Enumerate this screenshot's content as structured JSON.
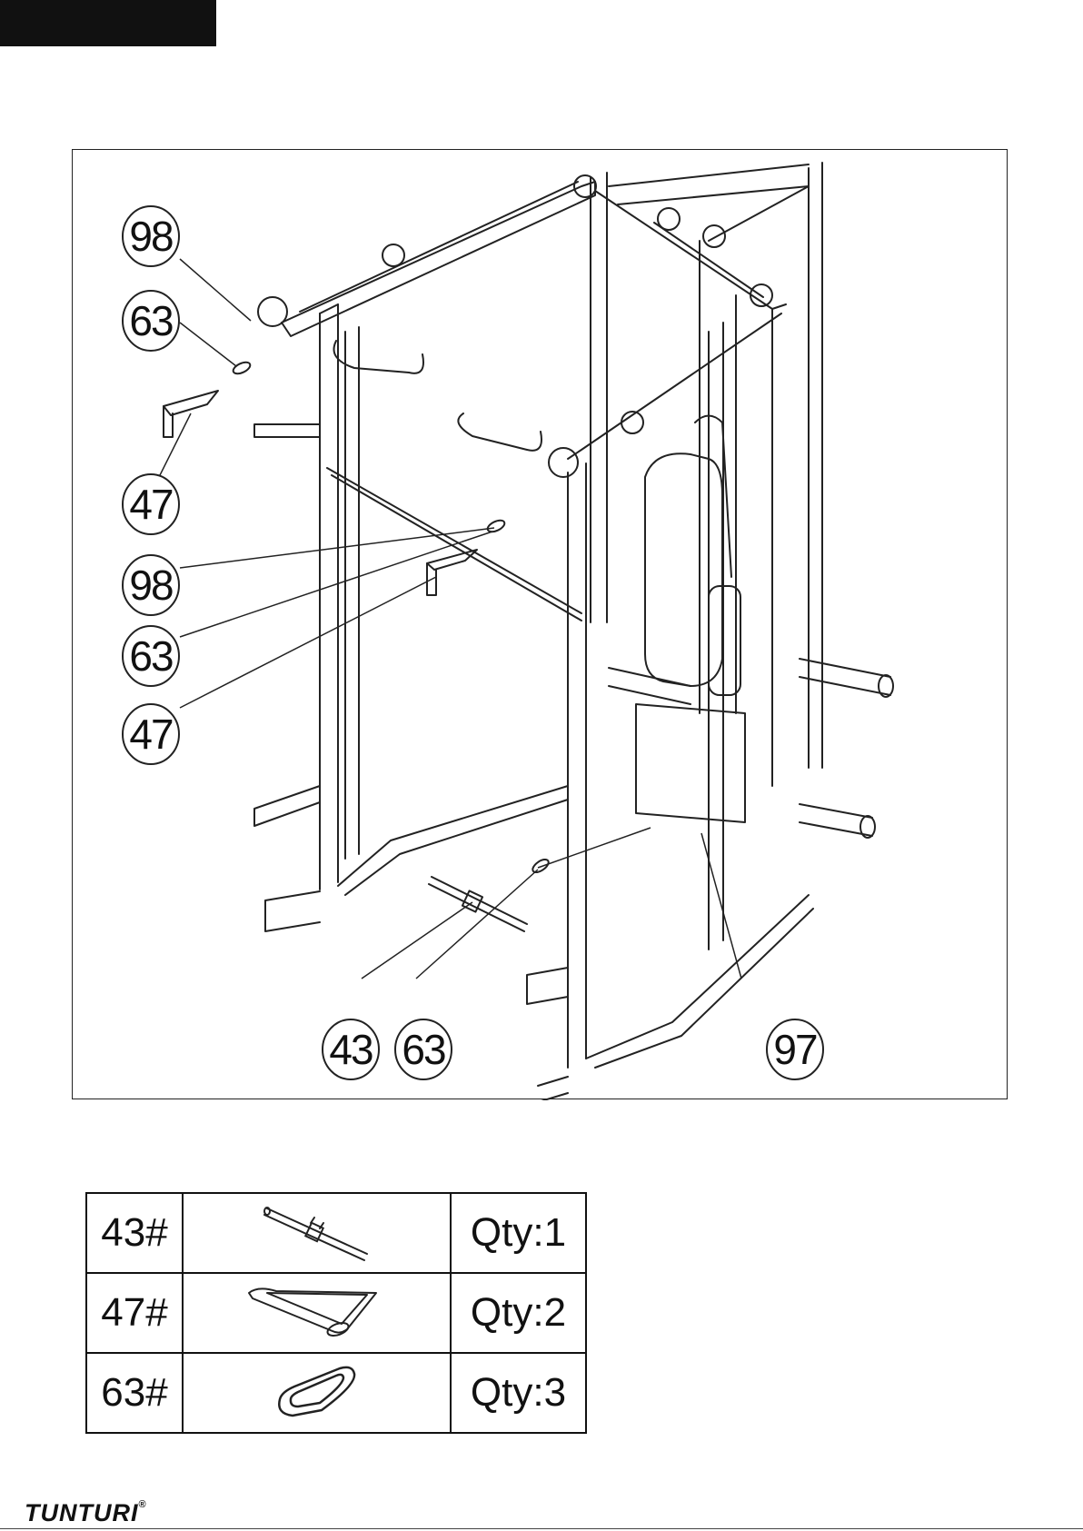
{
  "callouts": [
    {
      "label": "98"
    },
    {
      "label": "63"
    },
    {
      "label": "47"
    },
    {
      "label": "98"
    },
    {
      "label": "63"
    },
    {
      "label": "47"
    },
    {
      "label": "43"
    },
    {
      "label": "63"
    },
    {
      "label": "97"
    }
  ],
  "parts": [
    {
      "number": "43#",
      "icon": "handle-bar-icon",
      "qty": "Qty:1"
    },
    {
      "number": "47#",
      "icon": "triangle-handle-icon",
      "qty": "Qty:2"
    },
    {
      "number": "63#",
      "icon": "carabiner-clip-icon",
      "qty": "Qty:3"
    }
  ],
  "brand": {
    "name": "TUNTURI",
    "mark": "®"
  }
}
